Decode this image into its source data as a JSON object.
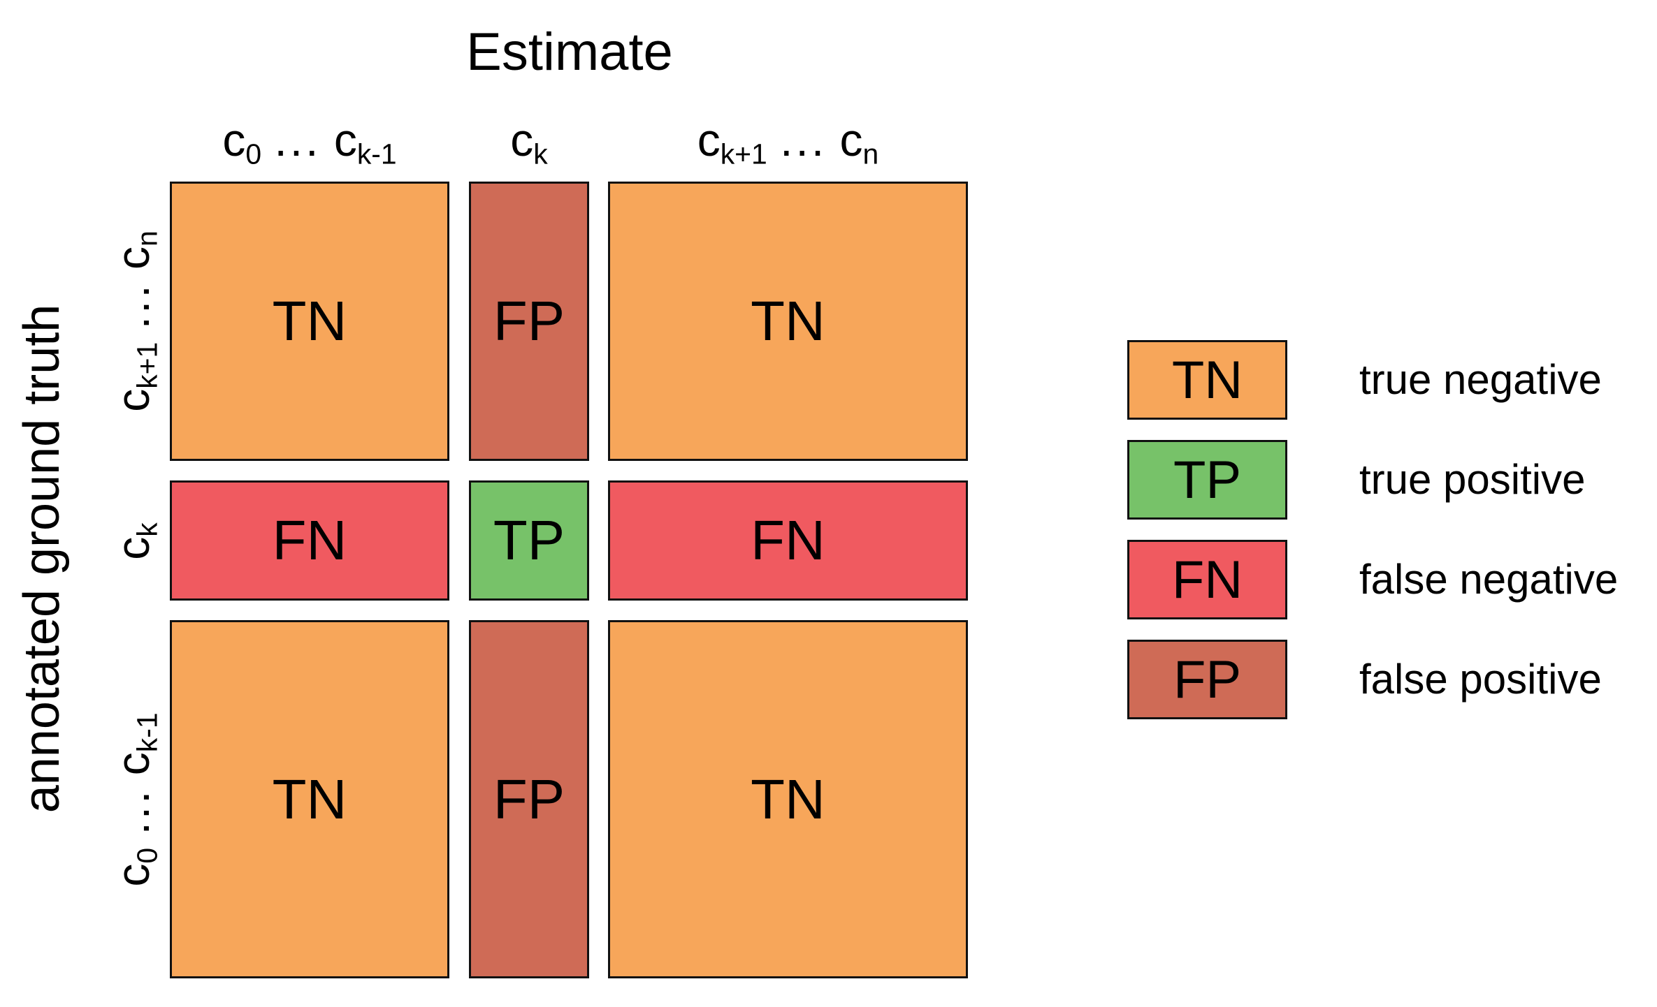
{
  "title": "Estimate",
  "y_axis_label": "annotated ground truth",
  "symbols": {
    "c": "c",
    "dots": "...",
    "sub_0": "0",
    "sub_k_minus_1": "k-1",
    "sub_k": "k",
    "sub_k_plus_1": "k+1",
    "sub_n": "n"
  },
  "colors": {
    "TN": "#f7a65a",
    "TP": "#77c269",
    "FN": "#f05a60",
    "FP": "#cf6b56",
    "border": "#111111"
  },
  "matrix": {
    "rows": [
      [
        "TN",
        "FP",
        "TN"
      ],
      [
        "FN",
        "TP",
        "FN"
      ],
      [
        "TN",
        "FP",
        "TN"
      ]
    ]
  },
  "legend": [
    {
      "code": "TN",
      "label": "true negative"
    },
    {
      "code": "TP",
      "label": "true positive"
    },
    {
      "code": "FN",
      "label": "false negative"
    },
    {
      "code": "FP",
      "label": "false positive"
    }
  ]
}
